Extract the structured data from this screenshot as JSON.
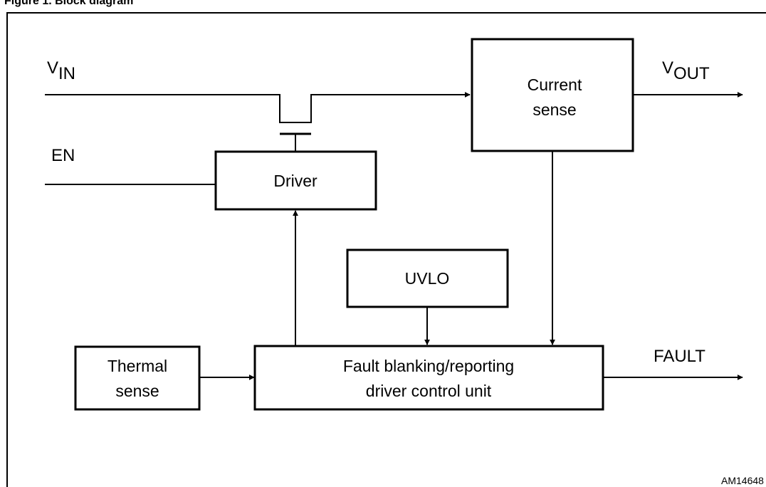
{
  "caption": "Figure 1. Block diagram",
  "blocks": {
    "current_sense": [
      "Current",
      "sense"
    ],
    "driver": [
      "Driver"
    ],
    "uvlo": [
      "UVLO"
    ],
    "thermal_sense": [
      "Thermal",
      "sense"
    ],
    "fault_unit": [
      "Fault blanking/reporting",
      "driver control unit"
    ]
  },
  "signals": {
    "vin": {
      "main": "V",
      "sub": "IN"
    },
    "vout": {
      "main": "V",
      "sub": "OUT"
    },
    "en": "EN",
    "fault": "FAULT"
  },
  "reference": "AM14648"
}
